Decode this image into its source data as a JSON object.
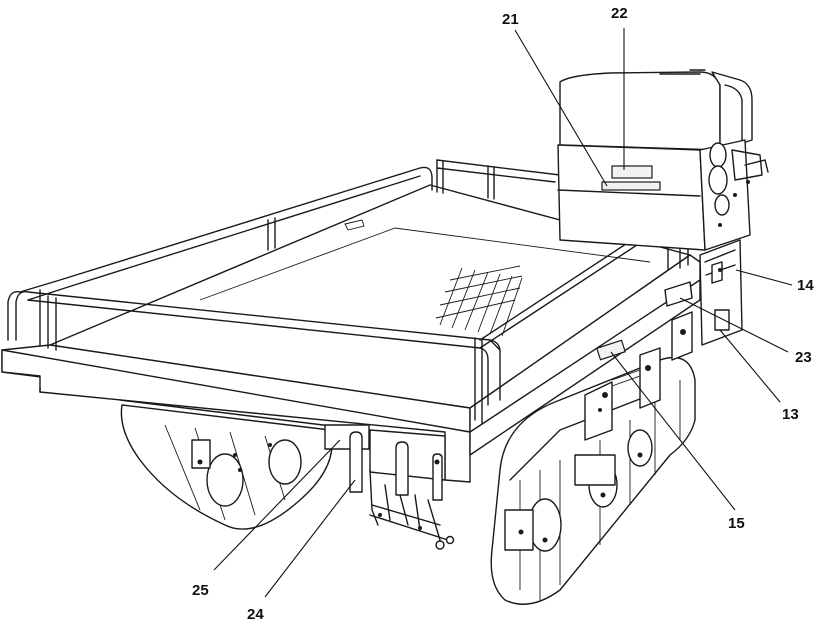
{
  "figure": {
    "background": "#ffffff",
    "line_color": "#1a1a1a",
    "callouts": [
      {
        "id": "c21",
        "label": "21",
        "part": "decal-plate-small"
      },
      {
        "id": "c22",
        "label": "22",
        "part": "decal-plate-large"
      },
      {
        "id": "c14",
        "label": "14",
        "part": "side-panel"
      },
      {
        "id": "c23",
        "label": "23",
        "part": "latch"
      },
      {
        "id": "c13",
        "label": "13",
        "part": "side-box"
      },
      {
        "id": "c15",
        "label": "15",
        "part": "side-bracket"
      },
      {
        "id": "c25",
        "label": "25",
        "part": "rear-plate"
      },
      {
        "id": "c24",
        "label": "24",
        "part": "control-levers"
      }
    ]
  }
}
